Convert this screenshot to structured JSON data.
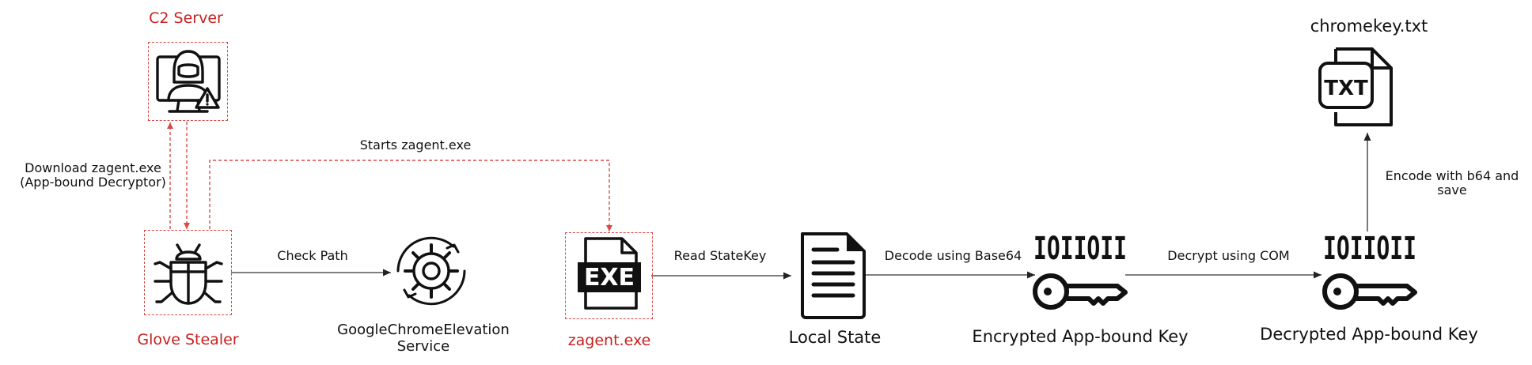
{
  "nodes": {
    "c2": {
      "label": "C2 Server"
    },
    "stealer": {
      "label": "Glove Stealer"
    },
    "elevation": {
      "label_line1": "GoogleChromeElevation",
      "label_line2": "Service"
    },
    "zagent": {
      "label": "zagent.exe",
      "icon_text": "EXE"
    },
    "local_state": {
      "label": "Local State"
    },
    "encrypted_key": {
      "label": "Encrypted App-bound Key",
      "bits": "IOIIOII"
    },
    "decrypted_key": {
      "label": "Decrypted App-bound Key",
      "bits": "IOIIOII"
    },
    "output": {
      "label": "chromekey.txt",
      "icon_text": "TXT"
    }
  },
  "edges": {
    "download": {
      "line1": "Download zagent.exe",
      "line2": "(App-bound Decryptor)"
    },
    "starts": {
      "label": "Starts zagent.exe"
    },
    "check_path": {
      "label": "Check Path"
    },
    "read_statekey": {
      "label": "Read StateKey"
    },
    "decode": {
      "label": "Decode using Base64"
    },
    "decrypt": {
      "label": "Decrypt using COM"
    },
    "encode": {
      "line1": "Encode with b64 and",
      "line2": "save"
    }
  },
  "colors": {
    "accent_red": "#c8201f",
    "dashed_red": "#d94a48",
    "line": "#333333",
    "icon": "#111111"
  },
  "icons": {
    "c2": "hacker-monitor-icon",
    "stealer": "bug-icon",
    "elevation": "gear-service-icon",
    "zagent": "exe-file-icon",
    "local_state": "document-icon",
    "encrypted_key": "binary-key-icon",
    "decrypted_key": "binary-key-icon",
    "output": "txt-file-icon"
  }
}
